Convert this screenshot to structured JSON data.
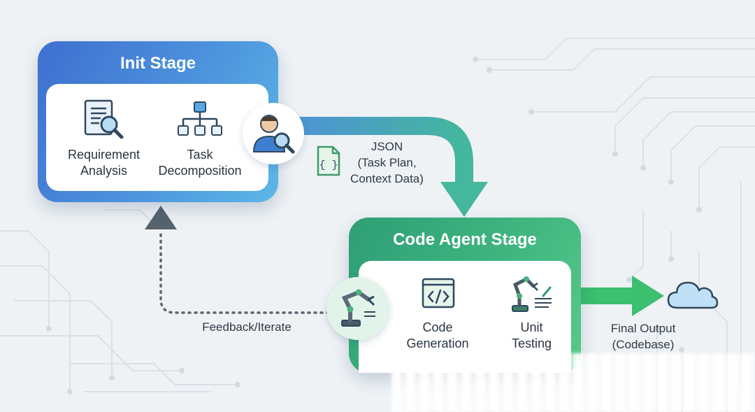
{
  "init_stage": {
    "title": "Init Stage",
    "items": [
      {
        "label_line1": "Requirement",
        "label_line2": "Analysis",
        "icon": "document-search-icon"
      },
      {
        "label_line1": "Task",
        "label_line2": "Decomposition",
        "icon": "hierarchy-icon"
      }
    ],
    "agent_icon": "user-search-icon"
  },
  "json_label": {
    "line1": "JSON",
    "line2": "(Task Plan,",
    "line3": "Context Data)",
    "icon": "json-file-icon"
  },
  "code_agent_stage": {
    "title": "Code Agent Stage",
    "items": [
      {
        "label_line1": "Code",
        "label_line2": "Generation",
        "icon": "code-window-icon"
      },
      {
        "label_line1": "Unit",
        "label_line2": "Testing",
        "icon": "robot-arm-test-icon"
      }
    ],
    "agent_icon": "robot-arm-icon"
  },
  "feedback_label": "Feedback/Iterate",
  "output_label": {
    "line1": "Final Output",
    "line2": "(Codebase)",
    "icon": "cloud-icon"
  },
  "colors": {
    "init_blue": "#4d93dd",
    "code_green": "#3fb57f",
    "arrow_teal": "#46b89a",
    "feedback_gray": "#5a6670"
  }
}
